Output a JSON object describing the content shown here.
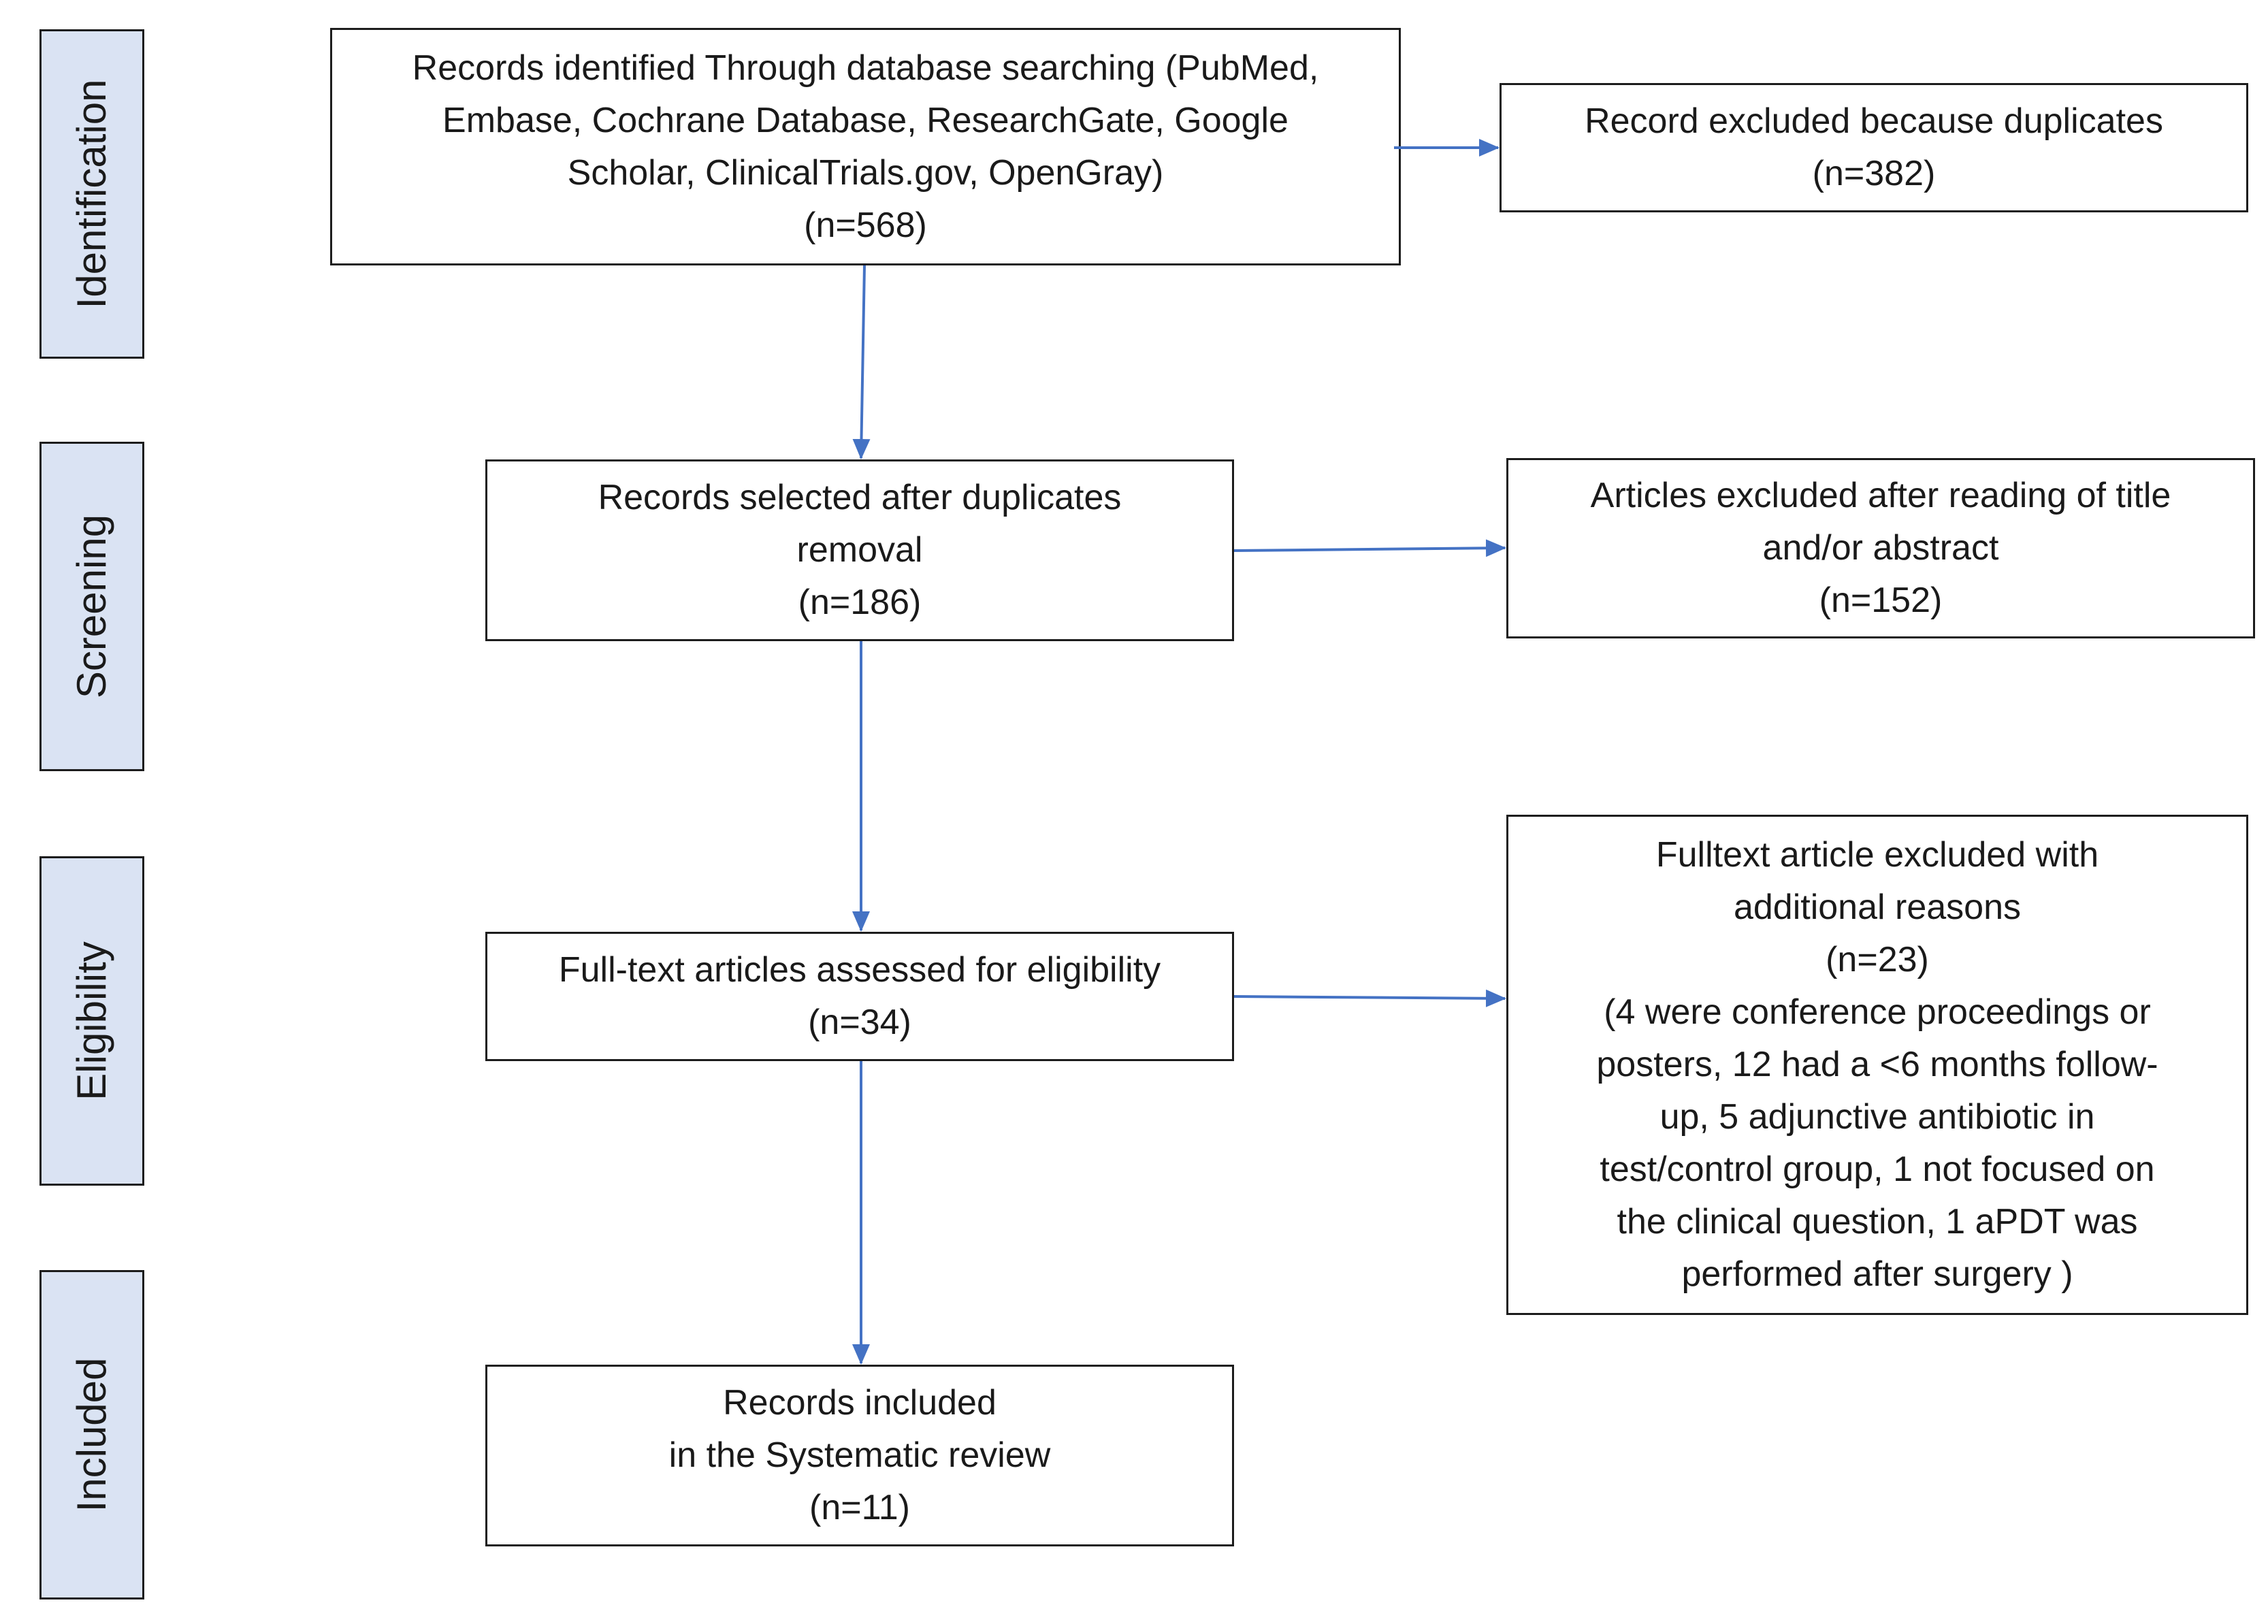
{
  "phases": {
    "identification": "Identification",
    "screening": "Screening",
    "eligibility": "Eligibility",
    "included": "Included"
  },
  "boxes": {
    "identified": {
      "lines": [
        "Records identified Through database searching (PubMed,",
        "Embase, Cochrane Database, ResearchGate, Google",
        "Scholar, ClinicalTrials.gov, OpenGray)",
        "(n=568)"
      ]
    },
    "duplicates_excluded": {
      "lines": [
        "Record excluded because duplicates",
        "(n=382)"
      ]
    },
    "selected": {
      "lines": [
        "Records selected after duplicates",
        "removal",
        "(n=186)"
      ]
    },
    "title_abstract_excluded": {
      "lines": [
        "Articles excluded after reading of title",
        "and/or abstract",
        "(n=152)"
      ]
    },
    "fulltext_assessed": {
      "lines": [
        "Full-text articles assessed for eligibility",
        "(n=34)"
      ]
    },
    "fulltext_excluded": {
      "lines": [
        "Fulltext article excluded with",
        "additional reasons",
        "(n=23)",
        "(4 were conference proceedings or",
        "posters, 12 had a <6  months follow-",
        "up, 5 adjunctive antibiotic in",
        "test/control group, 1 not focused on",
        "the clinical question, 1 aPDT was",
        "performed after surgery )"
      ]
    },
    "included": {
      "lines": [
        "Records included",
        "in the Systematic review",
        "(n=11)"
      ]
    }
  },
  "colors": {
    "phase_fill": "#dae3f3",
    "arrow": "#4472c4",
    "border": "#1c1c1c"
  }
}
